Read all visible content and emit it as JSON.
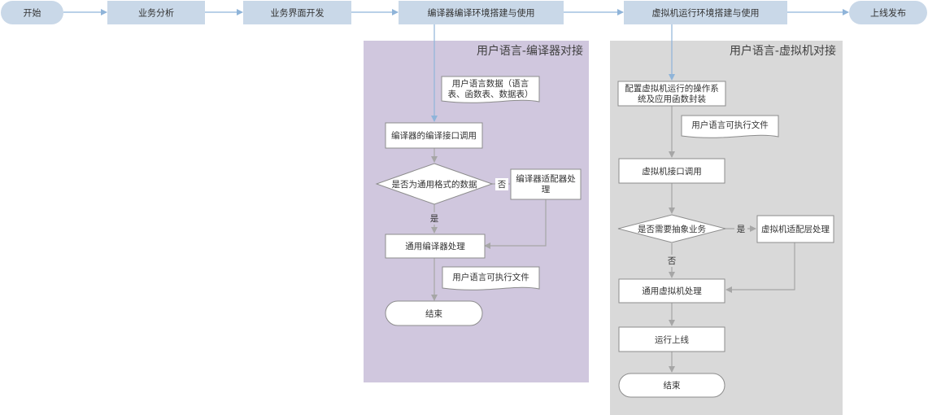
{
  "top_flow": {
    "start": "开始",
    "biz_analysis": "业务分析",
    "ui_dev": "业务界面开发",
    "compiler_env": "编译器编译环境搭建与使用",
    "vm_env": "虚拟机运行环境搭建与使用",
    "release": "上线发布"
  },
  "compiler_lane": {
    "title": "用户语言-编译器对接",
    "doc_user_data_line1": "用户语言数据（语言",
    "doc_user_data_line2": "表、函数表、数据表）",
    "call_interface": "编译器的编译接口调用",
    "decision": "是否为通用格式的数据",
    "no_label": "否",
    "adapter_line1": "编译器适配器处",
    "adapter_line2": "理",
    "yes_label": "是",
    "generic_process": "通用编译器处理",
    "doc_exe": "用户语言可执行文件",
    "end": "结束"
  },
  "vm_lane": {
    "title": "用户语言-虚拟机对接",
    "config_line1": "配置虚拟机运行的操作系",
    "config_line2": "统及应用函数封装",
    "doc_exe": "用户语言可执行文件",
    "call_interface": "虚拟机接口调用",
    "decision": "是否需要抽象业务",
    "yes_label": "是",
    "adapter": "虚拟机适配层处理",
    "no_label": "否",
    "generic_process": "通用虚拟机处理",
    "go_live": "运行上线",
    "end": "结束"
  },
  "colors": {
    "top_box": "#c9d8e8",
    "lane_purple": "#d0c7de",
    "lane_gray": "#d9d9d9",
    "connector_blue": "#8fb4d9",
    "connector_gray": "#a6a6a6"
  }
}
